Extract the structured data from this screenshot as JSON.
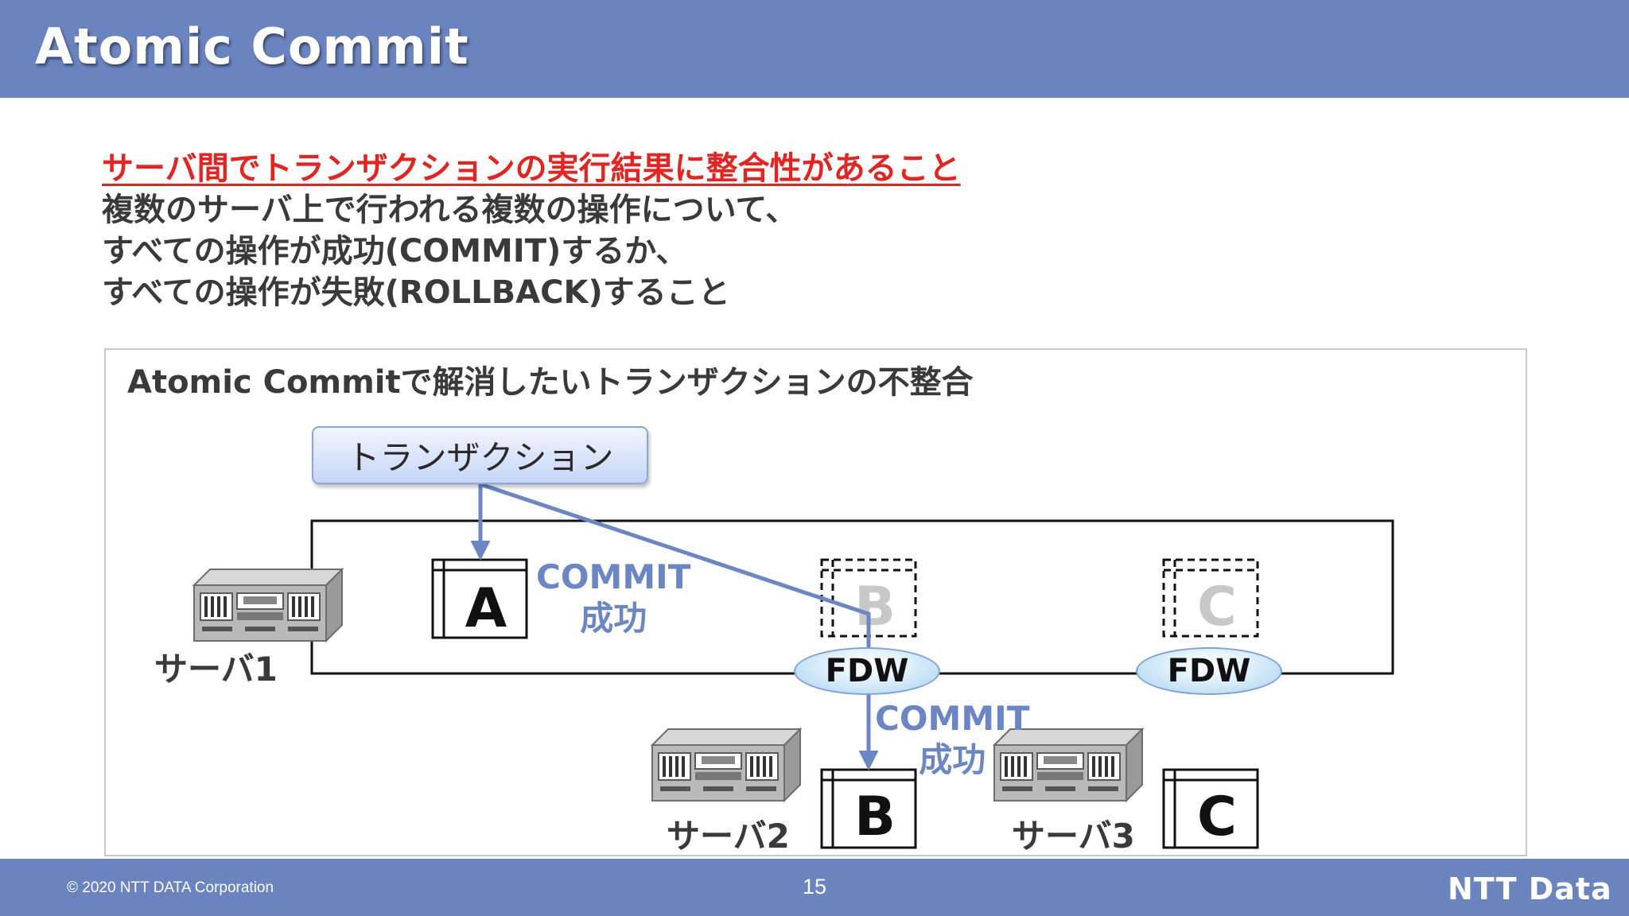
{
  "header": {
    "title": "Atomic Commit"
  },
  "definition": {
    "lead": "サーバ間でトランザクションの実行結果に整合性があること",
    "lines": [
      "複数のサーバ上で行われる複数の操作について、",
      "すべての操作が成功(COMMIT)するか、",
      "すべての操作が失敗(ROLLBACK)すること"
    ]
  },
  "diagram": {
    "title": "Atomic Commitで解消したいトランザクションの不整合",
    "transaction_label": "トランザクション",
    "servers": [
      "サーバ1",
      "サーバ2",
      "サーバ3"
    ],
    "local_tables": [
      "A",
      "B",
      "C"
    ],
    "remote_refs": [
      "B",
      "C"
    ],
    "fdw_label": "FDW",
    "commit_labels": [
      {
        "line1": "COMMIT",
        "line2": "成功"
      },
      {
        "line1": "COMMIT",
        "line2": "成功"
      }
    ]
  },
  "footer": {
    "copyright": "© 2020 NTT DATA Corporation",
    "page_number": "15",
    "logo": "NTT Data"
  },
  "colors": {
    "header_bg": "#6a84c0",
    "accent_red": "#e8221f",
    "arrow_blue": "#6b86c4"
  }
}
